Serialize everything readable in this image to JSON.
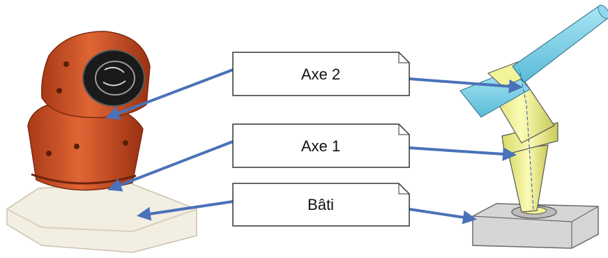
{
  "labels": {
    "axe2": "Axe 2",
    "axe1": "Axe 1",
    "bati": "Bâti"
  },
  "colors": {
    "arrow": "#4a72b8",
    "robot_orange": "#d2532a",
    "robot_dark": "#8c2f12",
    "base_cream": "#f2eee2",
    "cad_yellow": "#f3f39a",
    "cad_cyan": "#7fd3ea",
    "cad_grey": "#d6d6d6"
  },
  "icons": [
    "robot-photo",
    "robot-cad-model"
  ]
}
